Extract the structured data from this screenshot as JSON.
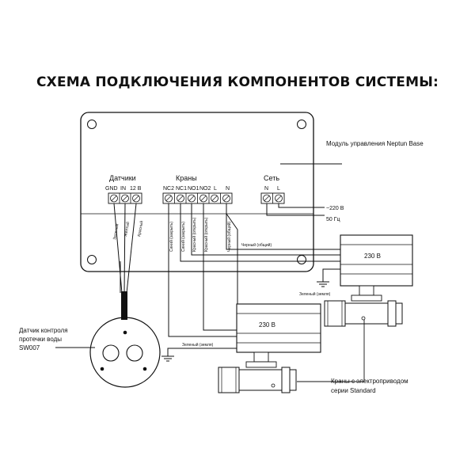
{
  "title": "СХЕМА ПОДКЛЮЧЕНИЯ КОМПОНЕНТОВ СИСТЕМЫ:",
  "module": {
    "label": "Модуль управления Neptun Base",
    "sensors_group": "Датчики",
    "sensor_terminals": [
      "GND",
      "IN",
      "12 В"
    ],
    "valves_group": "Краны",
    "valve_terminals": [
      "NC2",
      "NC1",
      "NO1",
      "NO2",
      "L",
      "N"
    ],
    "power_group": "Сеть",
    "power_terminals": [
      "N",
      "L"
    ]
  },
  "power": {
    "voltage": "~220 В",
    "frequency": "50 Гц"
  },
  "sensor_wires": [
    "Зеленый",
    "Желтый",
    "Красный"
  ],
  "valve_wires": [
    "Синий (закрыть)",
    "Синий (закрыть)",
    "Красный (открыть)",
    "Красный (открыть)",
    "Черный (общий)"
  ],
  "common_wire": "Черный (общий)",
  "valve_voltage": "230 В",
  "ground_wire": "Зеленый (земля)",
  "sensor": {
    "label_lines": [
      "Датчик контроля",
      "протечки воды",
      "SW007"
    ]
  },
  "valves": {
    "label_lines": [
      "Краны с электроприводом",
      "серии Standard"
    ]
  }
}
